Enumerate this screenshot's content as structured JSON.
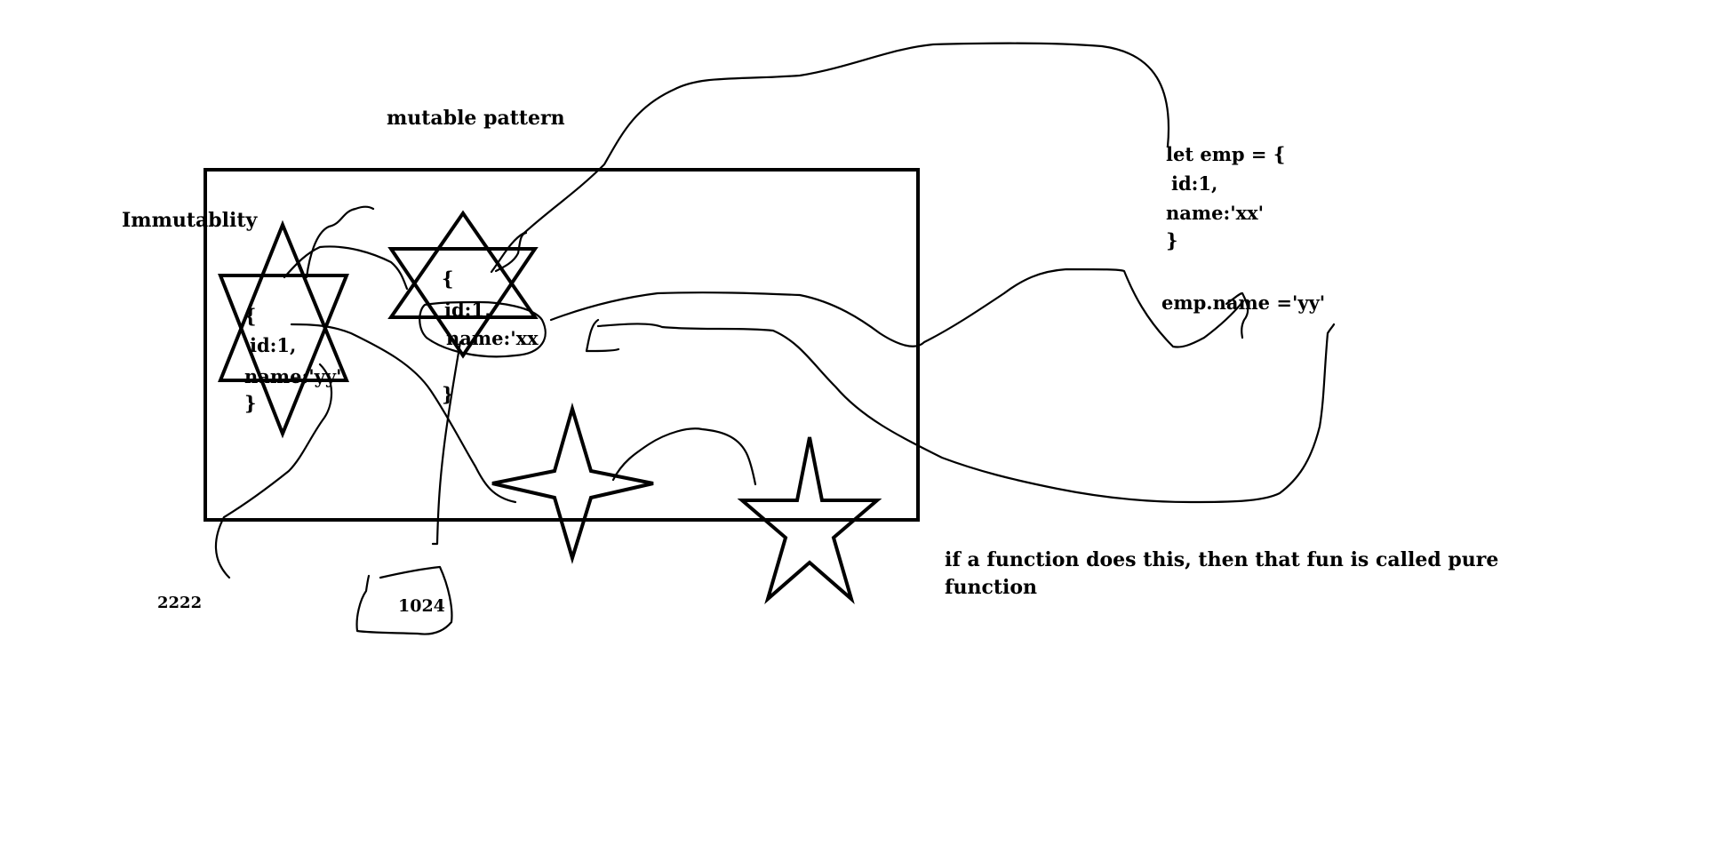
{
  "labels": {
    "mutable_pattern": "mutable pattern",
    "immutability": "Immutablity",
    "num_2222": "2222",
    "num_1024": "1024",
    "pure_function_line1": "if a function does this, then that fun is called pure",
    "pure_function_line2": "function"
  },
  "code_emp": {
    "line1": "let emp = {",
    "line2": "id:1,",
    "line3": "name:'xx'",
    "line4": "}",
    "line5": "emp.name ='yy'"
  },
  "obj_left": {
    "open": "{",
    "id": "id:1,",
    "name": "name:'yy'",
    "close": "}"
  },
  "obj_middle": {
    "open": "{",
    "id": "id:1,",
    "name": "name:'xx",
    "close": "}"
  },
  "colors": {
    "ink": "#000000",
    "background": "#ffffff"
  }
}
